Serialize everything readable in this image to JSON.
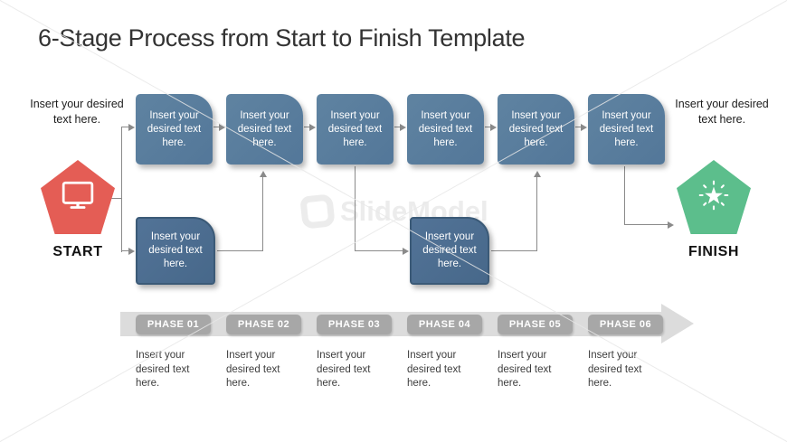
{
  "title": "6-Stage Process from Start to Finish Template",
  "watermark": {
    "text": "SlideModel",
    "logo": "slidemodel-logo"
  },
  "start": {
    "label": "START",
    "note": "Insert your desired text here.",
    "color": "#e45d55",
    "icon": "monitor-icon"
  },
  "finish": {
    "label": "FINISH",
    "note": "Insert your desired text here.",
    "color": "#5cbe8c",
    "icon": "star-burst-icon"
  },
  "stages": [
    {
      "text": "Insert your desired text here."
    },
    {
      "text": "Insert your desired text here."
    },
    {
      "text": "Insert your desired text here."
    },
    {
      "text": "Insert your desired text here."
    },
    {
      "text": "Insert your desired text here."
    },
    {
      "text": "Insert your desired text here."
    }
  ],
  "branch_boxes": [
    {
      "text": "Insert your desired text here."
    },
    {
      "text": "Insert your desired text here."
    }
  ],
  "phases": [
    {
      "label": "PHASE 01",
      "description": "Insert your desired text here."
    },
    {
      "label": "PHASE 02",
      "description": "Insert your desired text here."
    },
    {
      "label": "PHASE 03",
      "description": "Insert your desired text here."
    },
    {
      "label": "PHASE 04",
      "description": "Insert your desired text here."
    },
    {
      "label": "PHASE 05",
      "description": "Insert your desired text here."
    },
    {
      "label": "PHASE 06",
      "description": "Insert your desired text here."
    }
  ],
  "colors": {
    "stage_box": "#577b99",
    "branch_box": "#4c6e8b",
    "branch_box_border": "#3b5a77",
    "phase_pill": "#a7a7a7",
    "phase_bar": "#dcdcdc",
    "connector": "#8a8a8a",
    "start_pentagon": "#e45d55",
    "finish_pentagon": "#5cbe8c"
  }
}
